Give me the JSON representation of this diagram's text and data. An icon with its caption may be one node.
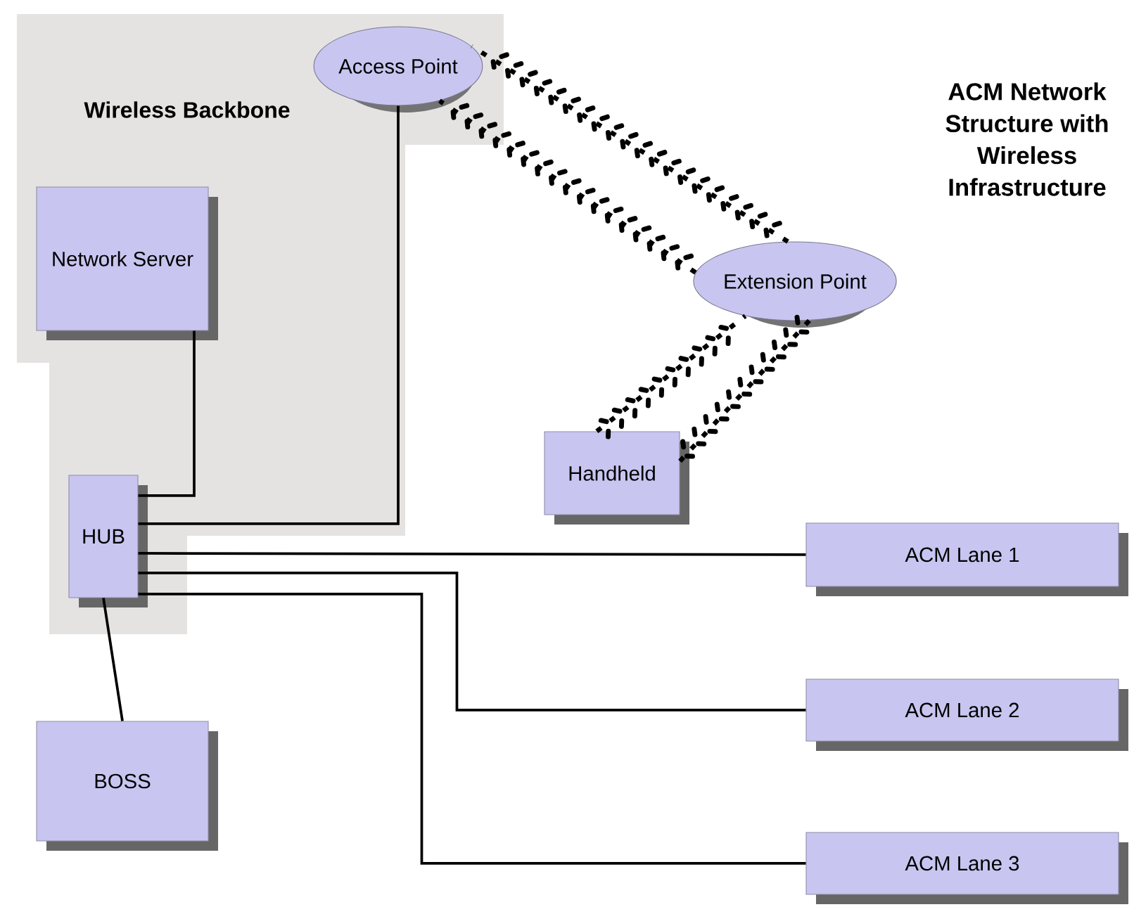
{
  "diagram": {
    "title": "ACM Network Structure with Wireless Infrastructure",
    "nodes": [
      {
        "text": [
          "Wireless Backbone"
        ]
      },
      {
        "text": [
          "Access Point"
        ],
        "in": 0
      },
      {
        "text": [
          "Network Server"
        ],
        "in": 0
      },
      {
        "text": [
          "Extension Point"
        ]
      },
      {
        "text": [
          "HUB"
        ],
        "in": 0
      },
      {
        "text": [
          "Handheld"
        ]
      },
      {
        "text": [
          "ACM Lane 1"
        ]
      },
      {
        "text": [
          "ACM Lane 2"
        ]
      },
      {
        "text": [
          "BOSS"
        ]
      },
      {
        "text": [
          "ACM Lane 3"
        ]
      }
    ],
    "edges": [
      {
        "from": 2,
        "to": 4,
        "arrow": "none"
      },
      {
        "from": 4,
        "to": 1,
        "arrow": "none"
      },
      {
        "from": 3,
        "to": 1,
        "arrow": "to",
        "style": "dashed"
      },
      {
        "from": 3,
        "to": 1,
        "arrow": "to",
        "style": "dashed"
      },
      {
        "from": 5,
        "to": 3,
        "arrow": "to",
        "style": "dashed"
      },
      {
        "from": 3,
        "to": 5,
        "arrow": "to",
        "style": "dashed"
      },
      {
        "from": 4,
        "to": 6,
        "arrow": "none"
      },
      {
        "from": 4,
        "to": 7,
        "arrow": "none"
      },
      {
        "from": 4,
        "to": 9,
        "arrow": "none"
      },
      {
        "from": 4,
        "to": 8,
        "arrow": "none"
      }
    ]
  }
}
